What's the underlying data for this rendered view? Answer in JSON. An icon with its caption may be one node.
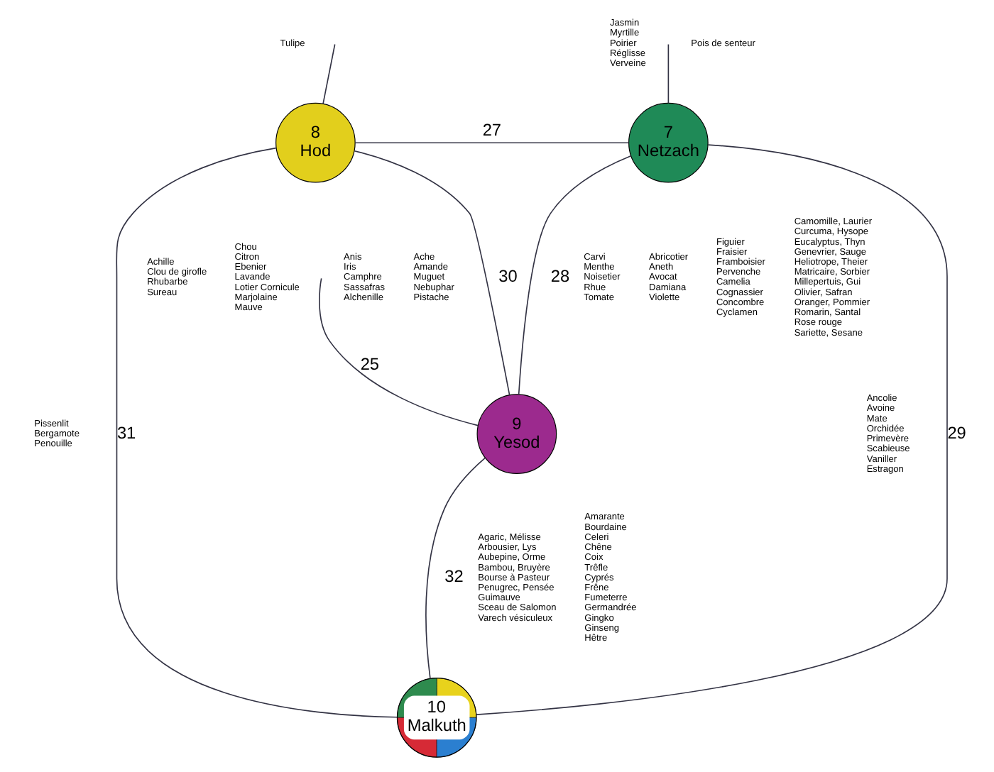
{
  "diagram": {
    "nodes": [
      {
        "text": [
          "8",
          "Hod"
        ]
      },
      {
        "text": [
          "7",
          "Netzach"
        ]
      },
      {
        "text": [
          "9",
          "Yesod"
        ]
      },
      {
        "text": [
          "10",
          "Malkuth"
        ]
      }
    ],
    "edges": [
      {
        "from": null,
        "to": 0,
        "arrow": "none"
      },
      {
        "from": null,
        "to": 1,
        "arrow": "none"
      },
      {
        "from": null,
        "to": 2,
        "arrow": "none",
        "label": "25"
      },
      {
        "from": 0,
        "to": 1,
        "arrow": "none",
        "label": "27"
      },
      {
        "from": 0,
        "to": 2,
        "arrow": "none",
        "label": "30"
      },
      {
        "from": 2,
        "to": 1,
        "arrow": "none",
        "label": "28"
      },
      {
        "from": 0,
        "to": 3,
        "arrow": "none",
        "label": "31"
      },
      {
        "from": 1,
        "to": 3,
        "arrow": "none",
        "label": "29"
      },
      {
        "from": 2,
        "to": 3,
        "arrow": "none",
        "label": "32"
      }
    ],
    "labels": [
      "Tulipe",
      "Pois de senteur",
      "Jasmin",
      "Myrtille",
      "Poirier",
      "Réglisse",
      "Verveine",
      "Achille",
      "Clou de girofle",
      "Rhubarbe",
      "Sureau",
      "Chou",
      "Citron",
      "Ebenier",
      "Lavande",
      "Lotier Cornicule",
      "Marjolaine",
      "Mauve",
      "Camomille, Laurier",
      "Curcuma, Hysope",
      "Eucalyptus, Thyn",
      "Genevrier, Sauge",
      "Heliotrope, Theier",
      "Matricaire, Sorbier",
      "Millepertuis, Gui",
      "Olivier, Safran",
      "Oranger, Pommier",
      "Romarin, Santal",
      "Rose rouge",
      "Sariette, Sesane",
      "Carvi",
      "Menthe",
      "Noisetier",
      "Rhue",
      "Tomate",
      "Anis",
      "Iris",
      "Camphre",
      "Sassafras",
      "Alchenille",
      "Ache",
      "Amande",
      "Muguet",
      "Nebuphar",
      "Pistache",
      "Abricotier",
      "Aneth",
      "Avocat",
      "Damiana",
      "Violette",
      "Figuier",
      "Fraisier",
      "Framboisier",
      "Pervenche",
      "Camelia",
      "Cognassier",
      "Concombre",
      "Cyclamen",
      "Ancolie",
      "Avoine",
      "Mate",
      "Orchidée",
      "Primevère",
      "Scabieuse",
      "Vaniller",
      "Estragon",
      "Pissenlit",
      "Bergamote",
      "Penouille",
      "Agaric, Mélisse",
      "Arbousier, Lys",
      "Aubepine, Orme",
      "Bambou, Bruyère",
      "Bourse à Pasteur",
      "Penugrec, Pensée",
      "Guimauve",
      "Sceau de Salomon",
      "Varech vésiculeux",
      "Amarante",
      "Bourdaine",
      "Celeri",
      "Chêne",
      "Coix",
      "Trêfle",
      "Cyprés",
      "Frêne",
      "Fumeterre",
      "Germandrée",
      "Gingko",
      "Ginseng",
      "Hêtre"
    ]
  }
}
